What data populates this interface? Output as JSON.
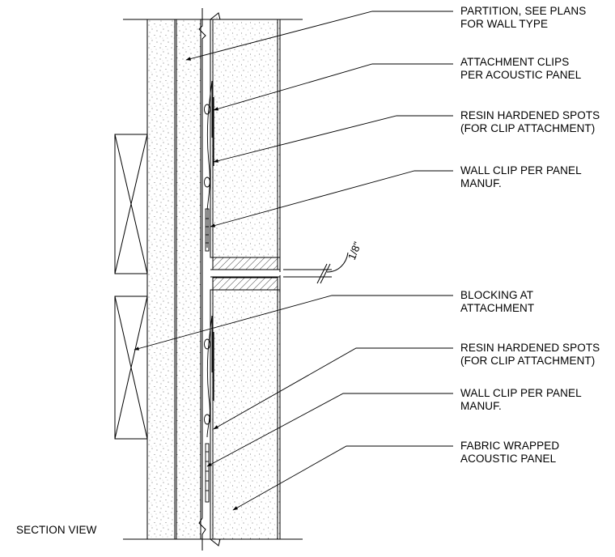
{
  "view_title": "SECTION VIEW",
  "dimension_text": "1/8\"",
  "callouts": [
    {
      "id": "partition",
      "lines": [
        "PARTITION, SEE PLANS",
        "FOR WALL TYPE"
      ]
    },
    {
      "id": "attachment-clips",
      "lines": [
        "ATTACHMENT CLIPS",
        "PER ACOUSTIC PANEL"
      ]
    },
    {
      "id": "resin-spots-upper",
      "lines": [
        "RESIN HARDENED SPOTS",
        "(FOR CLIP ATTACHMENT)"
      ]
    },
    {
      "id": "wall-clip-upper",
      "lines": [
        "WALL CLIP PER PANEL",
        "MANUF."
      ]
    },
    {
      "id": "blocking",
      "lines": [
        "BLOCKING AT",
        "ATTACHMENT"
      ]
    },
    {
      "id": "resin-spots-lower",
      "lines": [
        "RESIN HARDENED SPOTS",
        "(FOR CLIP ATTACHMENT)"
      ]
    },
    {
      "id": "wall-clip-lower",
      "lines": [
        "WALL CLIP PER PANEL",
        "MANUF."
      ]
    },
    {
      "id": "fabric-panel",
      "lines": [
        "FABRIC WRAPPED",
        "ACOUSTIC PANEL"
      ]
    }
  ]
}
